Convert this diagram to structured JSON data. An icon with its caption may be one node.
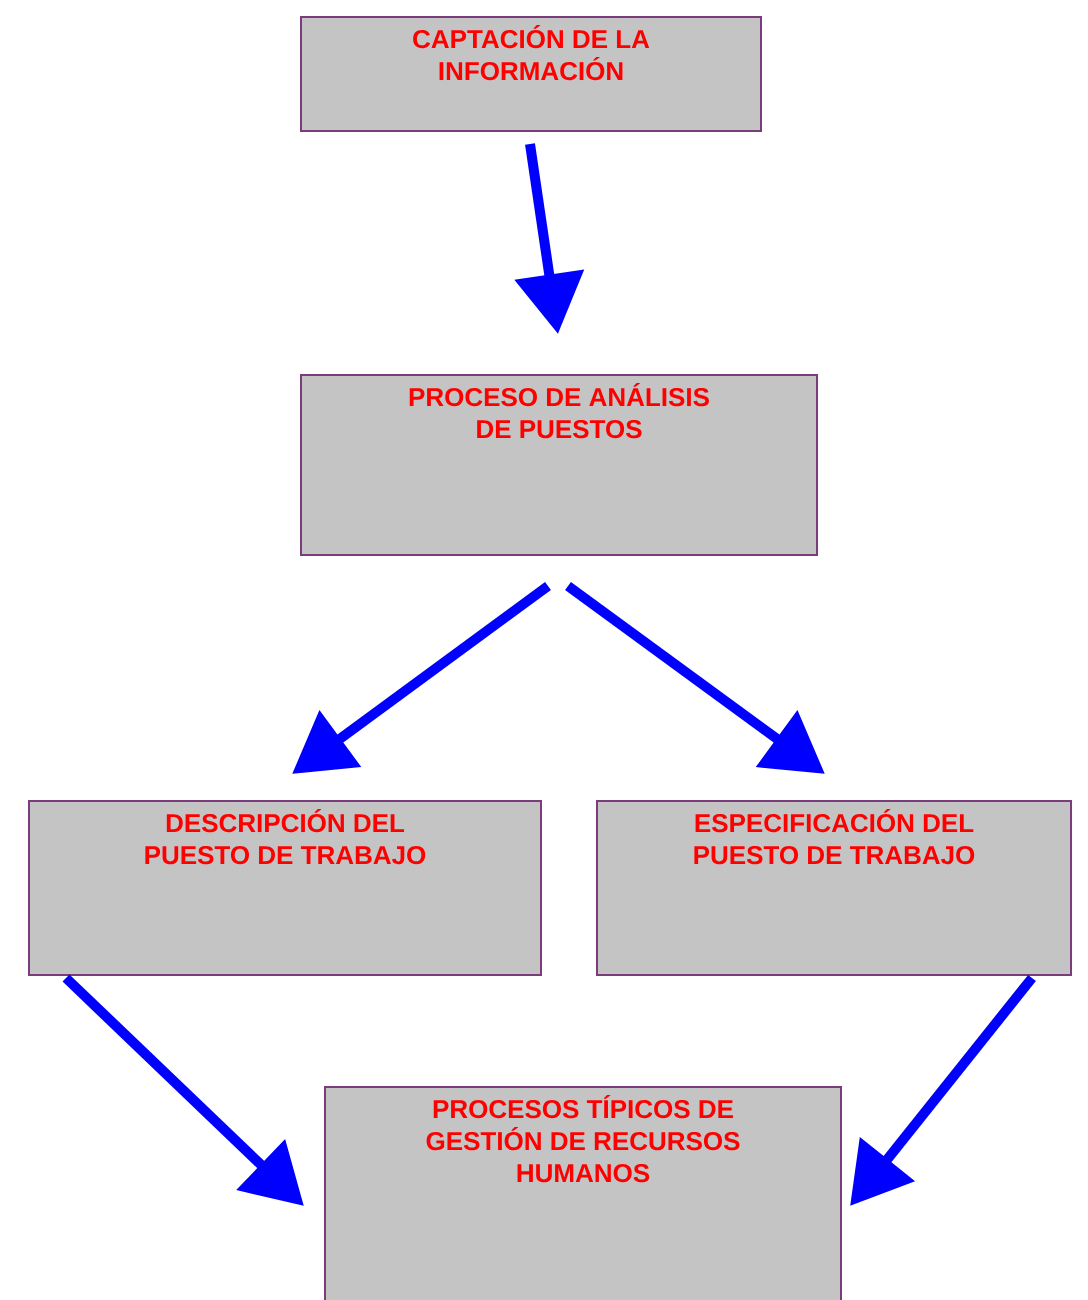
{
  "diagram": {
    "nodes": [
      {
        "text": [
          "CAPTACIÓN DE LA INFORMACIÓN"
        ]
      },
      {
        "text": [
          "PROCESO DE ANÁLISIS DE PUESTOS"
        ]
      },
      {
        "text": [
          "DESCRIPCIÓN DEL PUESTO DE TRABAJO"
        ]
      },
      {
        "text": [
          "ESPECIFICACIÓN DEL PUESTO DE TRABAJO"
        ]
      },
      {
        "text": [
          "PROCESOS TÍPICOS DE GESTIÓN DE RECURSOS HUMANOS"
        ]
      }
    ],
    "edges": [
      {
        "from": 0,
        "to": 1,
        "arrow": "to"
      },
      {
        "from": 1,
        "to": 2,
        "arrow": "to"
      },
      {
        "from": 1,
        "to": 3,
        "arrow": "to"
      },
      {
        "from": 2,
        "to": 4,
        "arrow": "to"
      },
      {
        "from": 3,
        "to": 4,
        "arrow": "to"
      }
    ]
  }
}
